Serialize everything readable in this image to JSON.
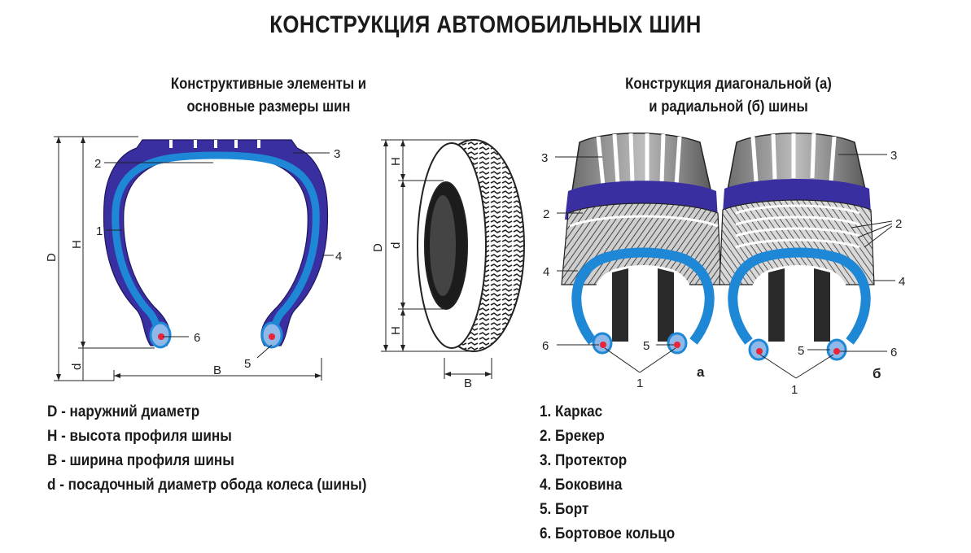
{
  "title": "КОНСТРУКЦИЯ АВТОМОБИЛЬНЫХ ШИН",
  "left_subtitle": [
    "Конструктивные элементы и",
    "основные размеры шин"
  ],
  "right_subtitle": [
    "Конструкция диагональной (а)",
    "и радиальной (б) шины"
  ],
  "dimension_letters": {
    "D": "D",
    "H": "H",
    "B": "B",
    "d": "d"
  },
  "part_numbers": {
    "n1": "1",
    "n2": "2",
    "n3": "3",
    "n4": "4",
    "n5": "5",
    "n6": "6"
  },
  "panel_labels": {
    "a": "а",
    "b": "б"
  },
  "dimension_legend": [
    "D - наружний диаметр",
    "H - высота профиля шины",
    "B - ширина профиля шины",
    "d - посадочный диаметр обода колеса (шины)"
  ],
  "parts_legend": [
    "1. Каркас",
    "2. Брекер",
    "3. Протектор",
    "4. Боковина",
    "5. Борт",
    "6. Бортовое кольцо"
  ],
  "colors": {
    "tread": "#3a2fa0",
    "carcass": "#1e88d6",
    "bead_core": "#e8233a",
    "line": "#222222"
  }
}
